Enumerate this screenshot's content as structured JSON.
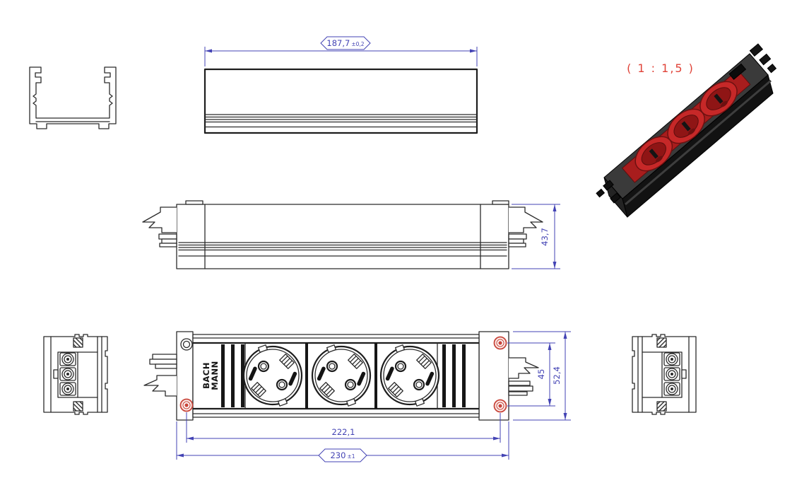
{
  "sheet": {
    "background": "#ffffff"
  },
  "colors": {
    "line": "#2b2b2b",
    "dimension_blue": "#4343b4",
    "red_accent": "#c8453a",
    "socket_red": "#b52222",
    "body_dark": "#1a1a1a"
  },
  "views": {
    "top_view": {
      "width_dim_value": "187,7",
      "width_dim_tolerance": "±0,2"
    },
    "isometric_view": {
      "scale_label": "( 1 : 1,5 )"
    },
    "side_view": {
      "height_dim": "43,7"
    },
    "front_view": {
      "brand_line1": "BACH",
      "brand_line2": "MANN",
      "hole_pitch_dim": "222,1",
      "overall_length_value": "230",
      "overall_length_tolerance": "±1",
      "hole_span_dim": "45",
      "height_dim": "52,4"
    }
  }
}
